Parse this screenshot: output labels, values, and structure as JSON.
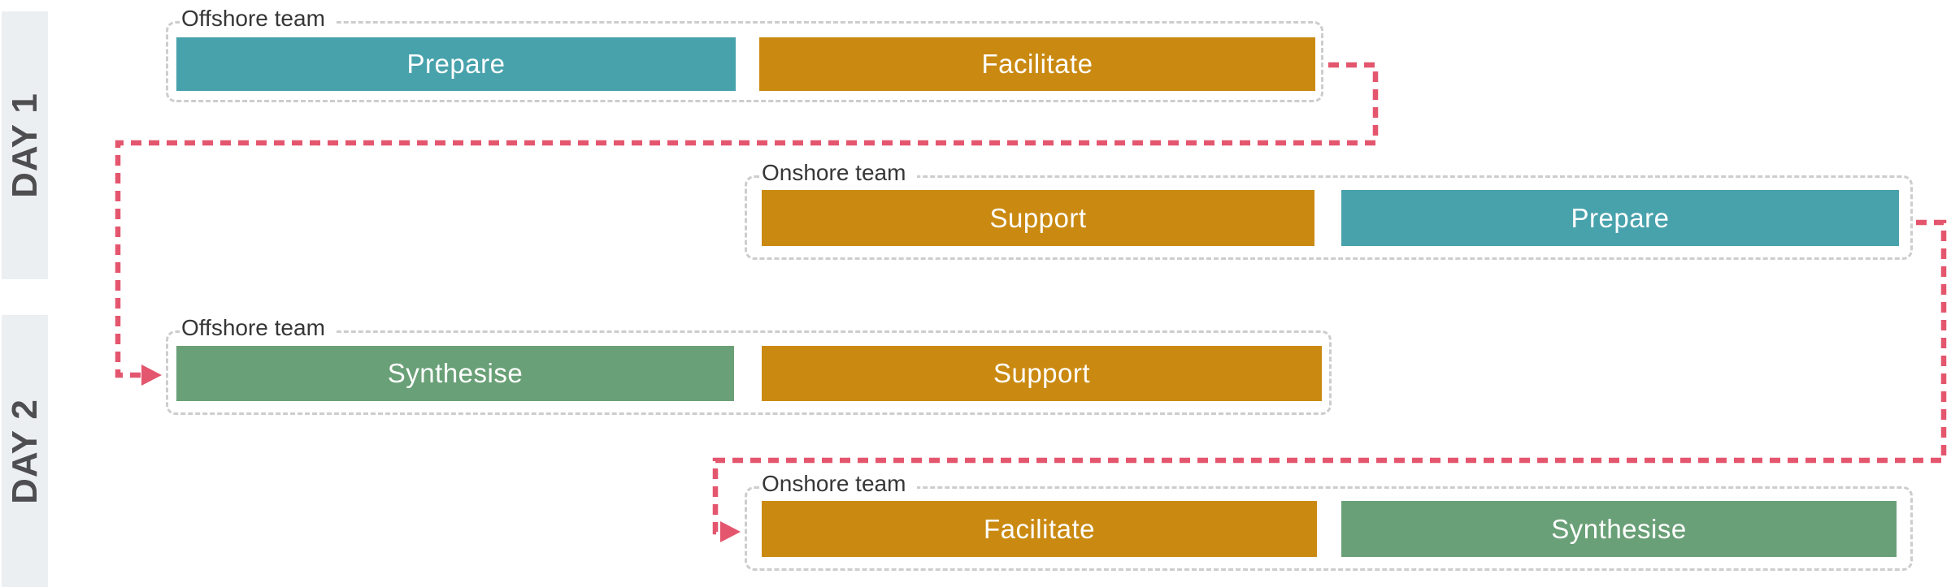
{
  "palette": {
    "teal": "#48A2AC",
    "orange": "#CA8A12",
    "green": "#6AA077",
    "pink": "#E4566E",
    "group-border": "#CDCDCD",
    "day-band-bg": "#ECEFF1",
    "day-text": "#4E4E50",
    "team-text": "#363636",
    "bar-text": "#FFFFFF"
  },
  "days": [
    {
      "label": "DAY 1",
      "groups": [
        {
          "team": "Offshore team",
          "tasks": [
            {
              "label": "Prepare",
              "color": "teal"
            },
            {
              "label": "Facilitate",
              "color": "orange"
            }
          ]
        },
        {
          "team": "Onshore team",
          "tasks": [
            {
              "label": "Support",
              "color": "orange"
            },
            {
              "label": "Prepare",
              "color": "teal"
            }
          ]
        }
      ]
    },
    {
      "label": "DAY 2",
      "groups": [
        {
          "team": "Offshore team",
          "tasks": [
            {
              "label": "Synthesise",
              "color": "green"
            },
            {
              "label": "Support",
              "color": "orange"
            }
          ]
        },
        {
          "team": "Onshore team",
          "tasks": [
            {
              "label": "Facilitate",
              "color": "orange"
            },
            {
              "label": "Synthesise",
              "color": "green"
            }
          ]
        }
      ]
    }
  ],
  "connectors": [
    {
      "name": "day1-offshore-to-day2-offshore",
      "from": "Day 1 Offshore team Facilitate",
      "to": "Day 2 Offshore team Synthesise"
    },
    {
      "name": "day1-onshore-to-day2-onshore",
      "from": "Day 1 Onshore team Prepare",
      "to": "Day 2 Onshore team Facilitate"
    }
  ]
}
